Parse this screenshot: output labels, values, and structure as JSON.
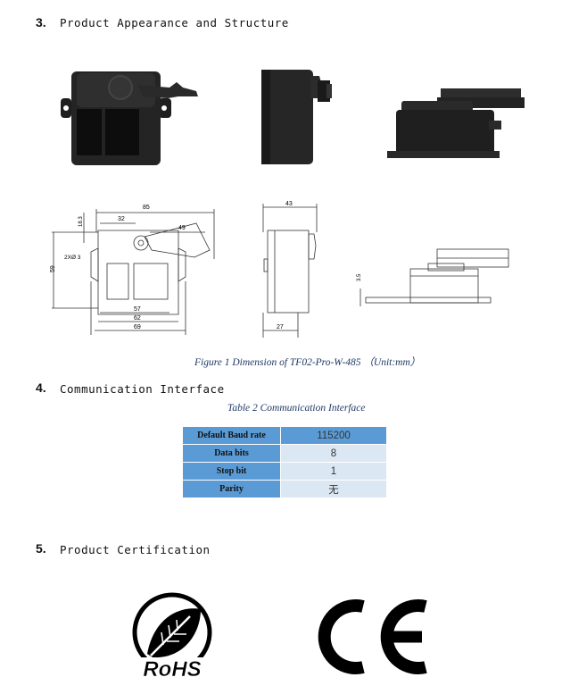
{
  "sections": {
    "s3": {
      "number": "3.",
      "title": "Product Appearance and Structure"
    },
    "s4": {
      "number": "4.",
      "title": "Communication Interface"
    },
    "s5": {
      "number": "5.",
      "title": "Product Certification"
    }
  },
  "figure": {
    "caption": "Figure 1 Dimension of TF02-Pro-W-485 （Unit:mm）",
    "dimensions": {
      "front_width": "85",
      "front_top_inner": "32",
      "front_cable": "49",
      "front_left_height": "18.3",
      "front_left_total": "59",
      "front_hole": "2XØ 3",
      "front_bottom_57": "57",
      "front_bottom_62": "62",
      "front_bottom_69": "69",
      "side_width_top": "43",
      "side_width_bottom": "27",
      "rear_height": "3.5"
    }
  },
  "table": {
    "caption": "Table 2 Communication Interface",
    "rows": [
      {
        "key": "Default Baud rate",
        "value": "115200"
      },
      {
        "key": "Data bits",
        "value": "8"
      },
      {
        "key": "Stop bit",
        "value": "1"
      },
      {
        "key": "Parity",
        "value": "无"
      }
    ]
  },
  "certifications": {
    "rohs_label": "RoHS",
    "ce_label": "CE"
  },
  "colors": {
    "table_header": "#5b9bd5",
    "table_cell": "#dbe8f4",
    "caption": "#1f3864"
  }
}
